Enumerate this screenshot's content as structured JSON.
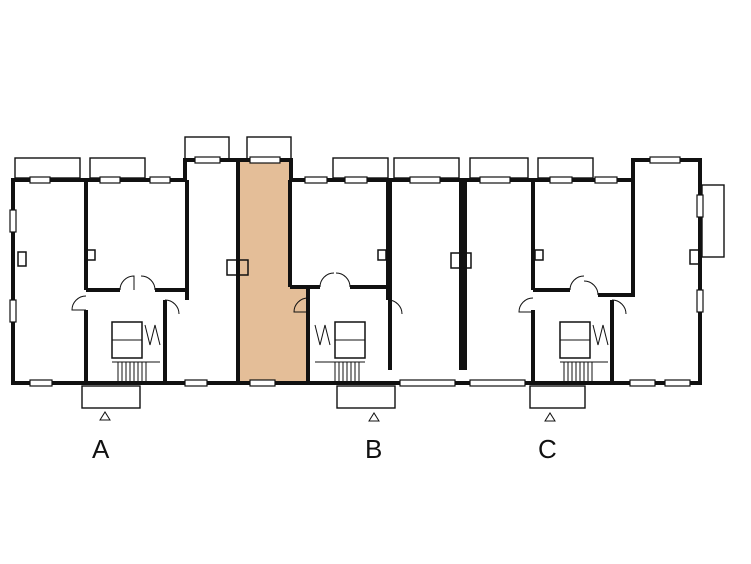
{
  "entrances": [
    {
      "label": "A"
    },
    {
      "label": "B"
    },
    {
      "label": "C"
    }
  ],
  "colors": {
    "highlight": "#E4BE98",
    "wall": "#111111",
    "background": "#FFFFFF"
  }
}
